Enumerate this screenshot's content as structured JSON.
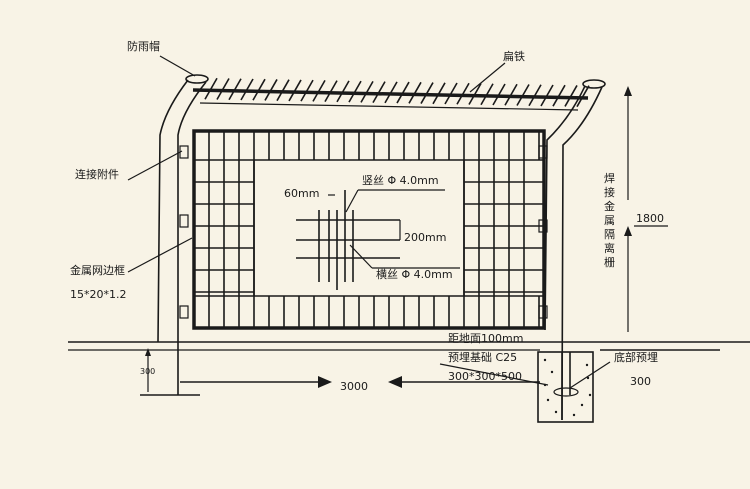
{
  "labels": {
    "rain_cap": "防雨帽",
    "flat_iron": "扁铁",
    "connector": "连接附件",
    "frame": "金属网边框",
    "frame_size": "15*20*1.2",
    "spacing_60": "60mm",
    "vertical_wire": "竖丝 Φ 4.0mm",
    "spacing_200": "200mm",
    "horizontal_wire": "横丝 Φ 4.0mm",
    "fence_name": "焊接金属隔离栅",
    "height": "1800",
    "ground_clearance": "距地面100mm",
    "foundation": "预埋基础 C25",
    "foundation_size": "300*300*500",
    "bottom_embed": "底部预埋",
    "bottom_embed_size": "300",
    "span": "3000",
    "left_depth": "300"
  }
}
